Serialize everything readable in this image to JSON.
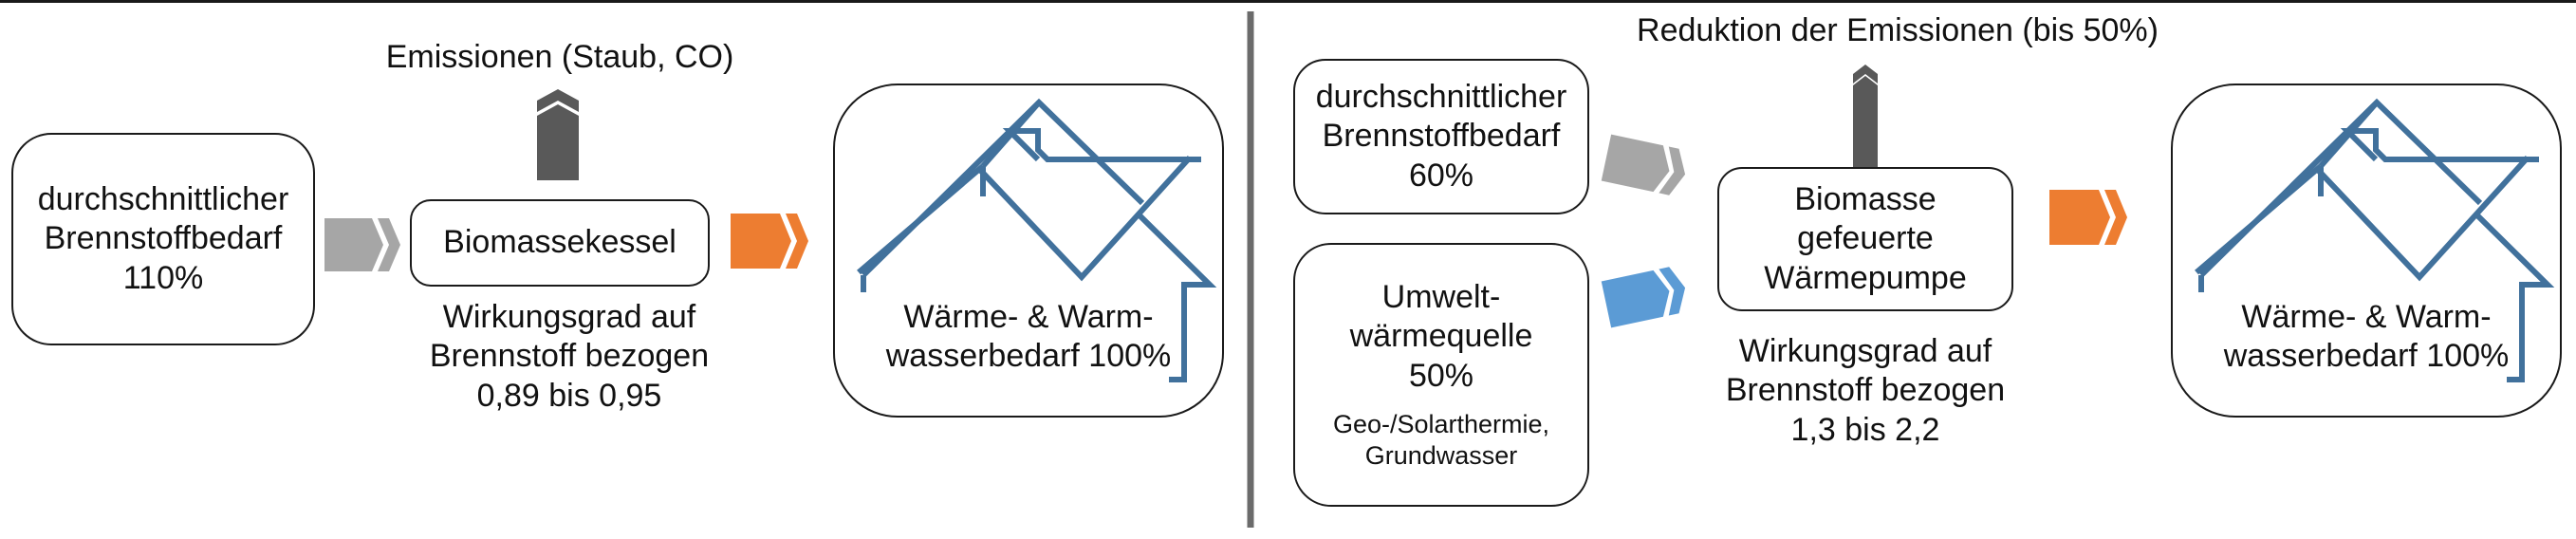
{
  "left": {
    "emissions_label": "Emissionen (Staub, CO)",
    "fuel_box": [
      "durchschnittlicher",
      "Brennstoffbedarf",
      "110%"
    ],
    "boiler_label": "Biomassekessel",
    "efficiency": [
      "Wirkungsgrad auf",
      "Brennstoff bezogen",
      "0,89 bis 0,95"
    ],
    "demand": [
      "Wärme- & Warm-",
      "wasserbedarf 100%"
    ]
  },
  "right": {
    "emissions_label": "Reduktion der Emissionen (bis 50%)",
    "fuel_box": [
      "durchschnittlicher",
      "Brennstoffbedarf",
      "60%"
    ],
    "env_box": [
      "Umwelt-",
      "wärmequelle",
      "50%"
    ],
    "env_sources": [
      "Geo-/Solarthermie,",
      "Grundwasser"
    ],
    "pump_box": [
      "Biomasse",
      "gefeuerte",
      "Wärmepumpe"
    ],
    "efficiency": [
      "Wirkungsgrad auf",
      "Brennstoff bezogen",
      "1,3 bis 2,2"
    ],
    "demand": [
      "Wärme- & Warm-",
      "wasserbedarf 100%"
    ]
  },
  "colors": {
    "fuel_arrow": "#a6a6a6",
    "emission_arrow": "#595959",
    "heat_arrow": "#ed7d31",
    "env_arrow": "#5b9bd5",
    "house": "#41719c",
    "divider": "#6b6b6b"
  }
}
